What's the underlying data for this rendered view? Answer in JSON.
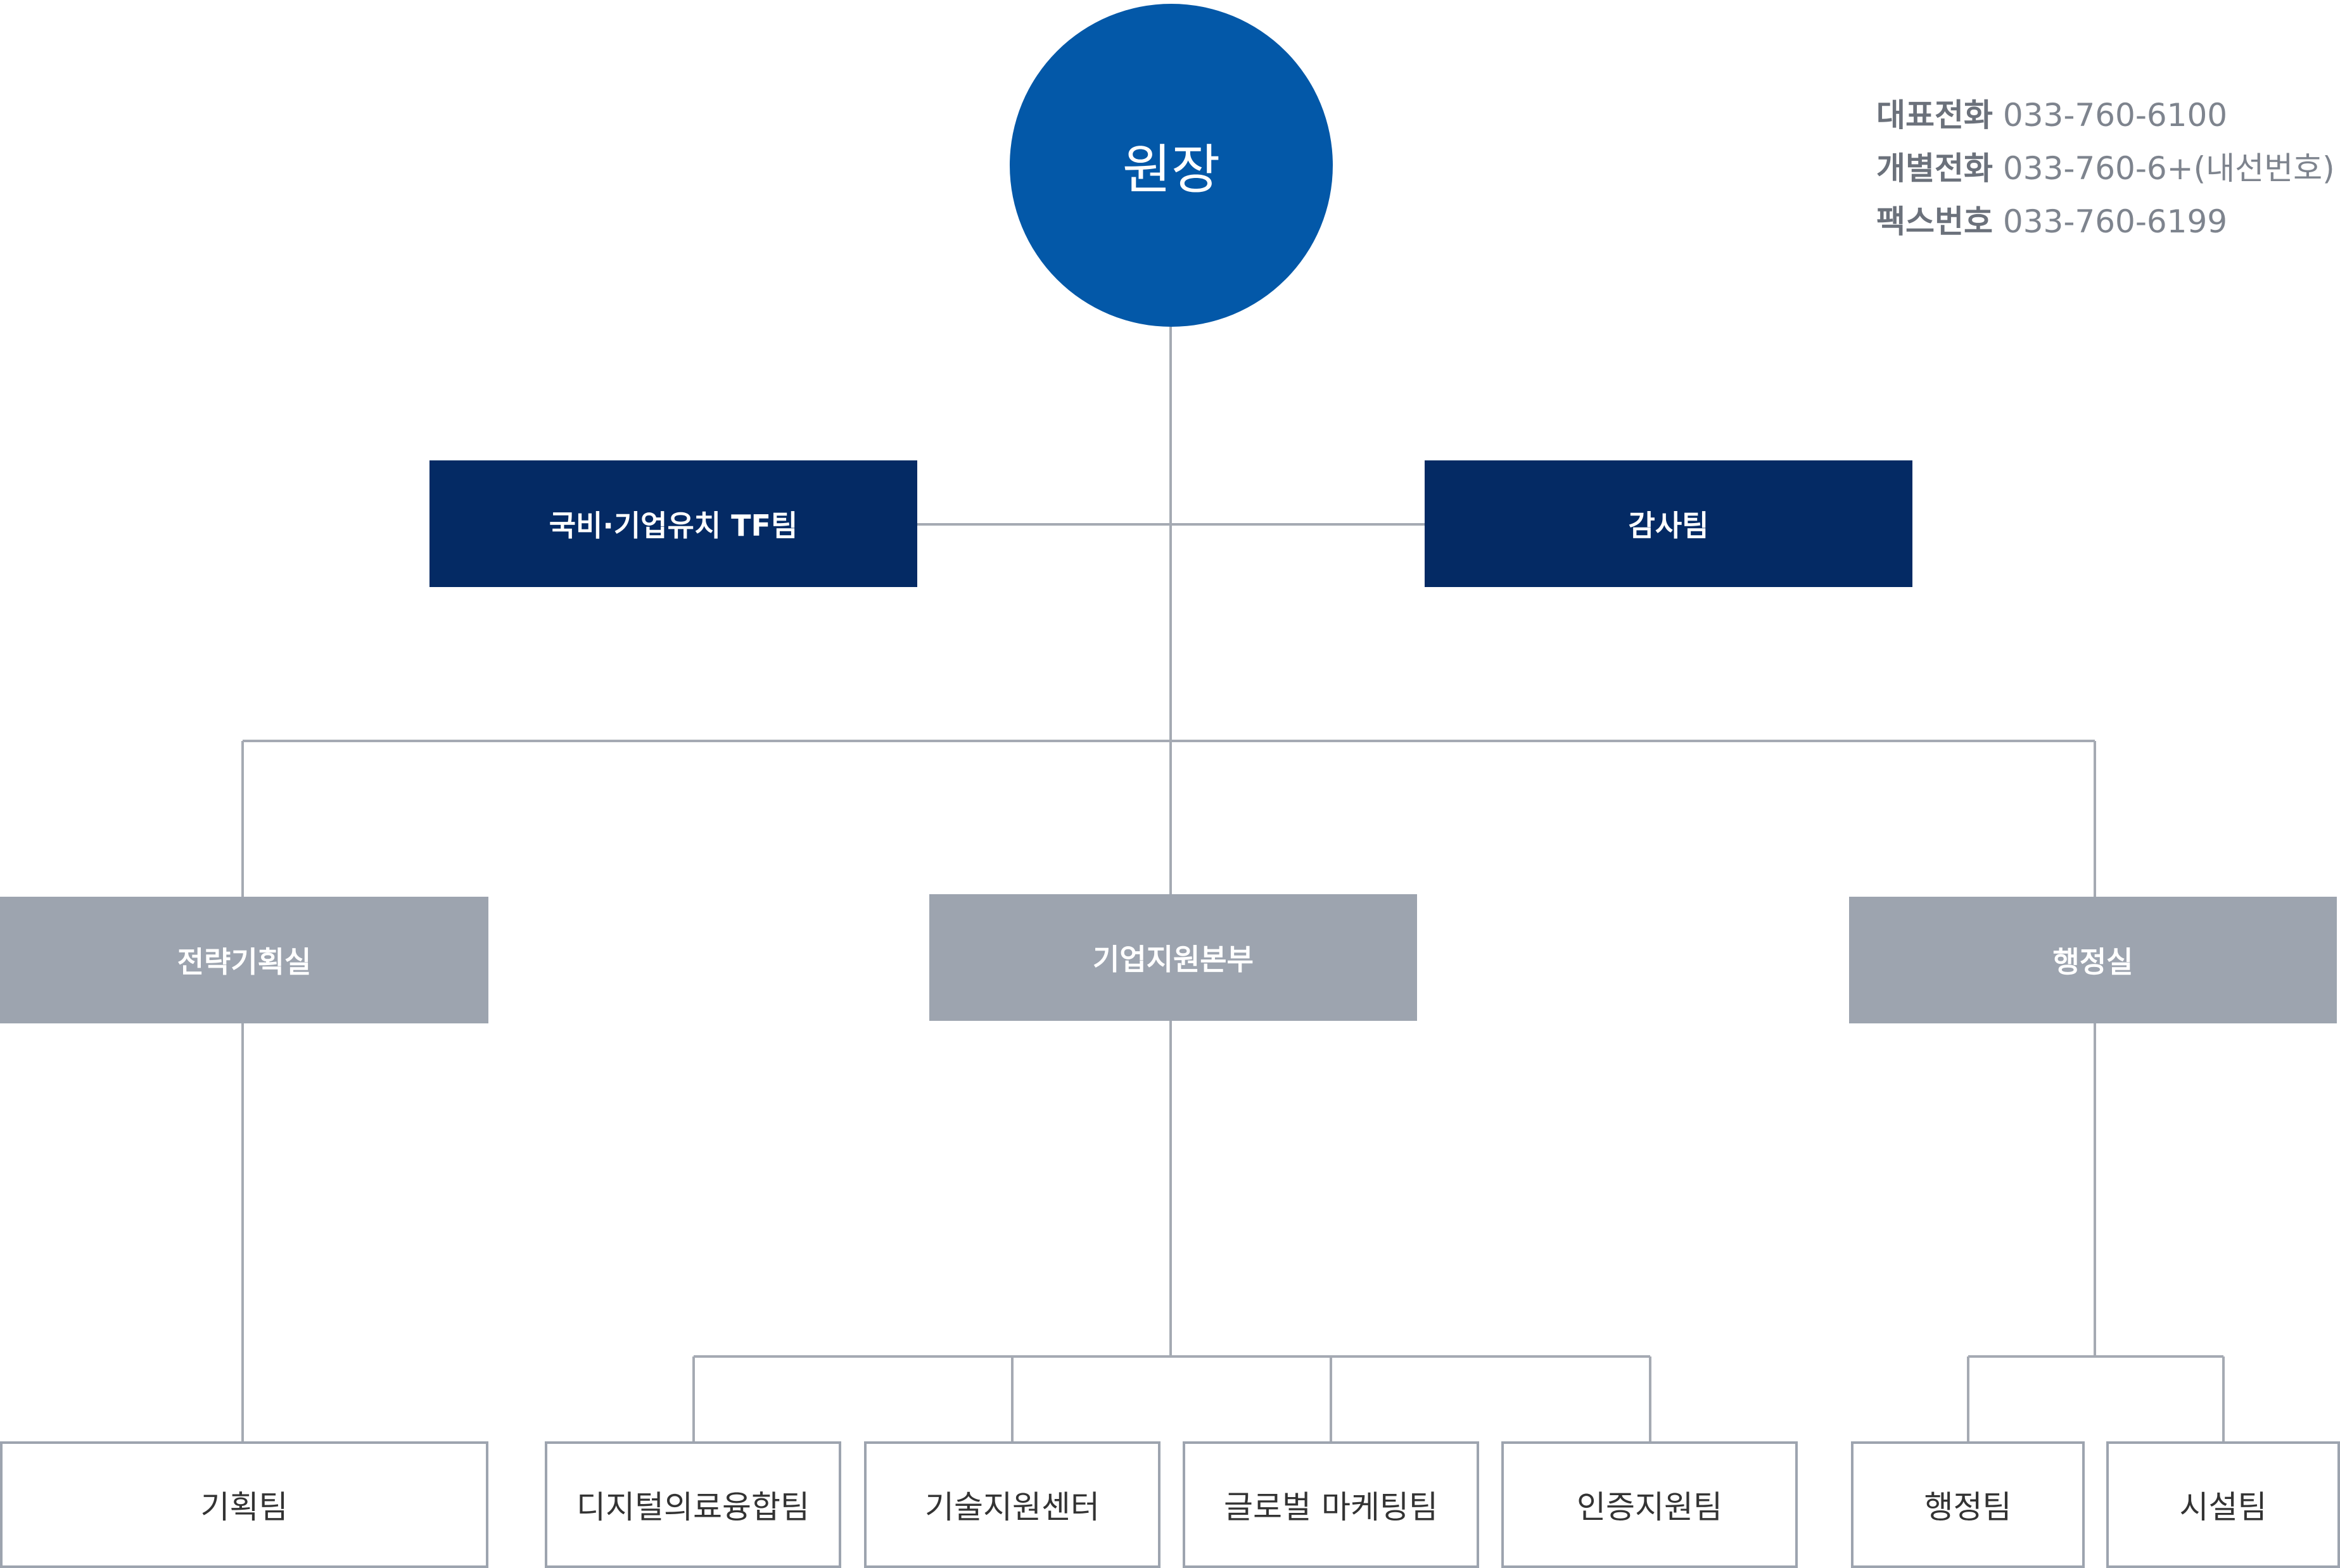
{
  "head": {
    "label": "원장"
  },
  "staff_units": [
    {
      "label": "국비·기업유치 TF팀"
    },
    {
      "label": "감사팀"
    }
  ],
  "divisions": [
    {
      "label": "전략기획실",
      "teams": [
        "기획팀"
      ]
    },
    {
      "label": "기업지원본부",
      "teams": [
        "디지털의료융합팀",
        "기술지원센터",
        "글로벌 마케팅팀",
        "인증지원팀"
      ]
    },
    {
      "label": "행정실",
      "teams": [
        "행정팀",
        "시설팀"
      ]
    }
  ],
  "contact": [
    {
      "label": "대표전화",
      "value": "033-760-6100"
    },
    {
      "label": "개별전화",
      "value": "033-760-6+(내선번호)"
    },
    {
      "label": "팩스번호",
      "value": "033-760-6199"
    }
  ],
  "colors": {
    "head": "#0358a8",
    "staff_unit": "#042a64",
    "division": "#9da4af",
    "team_border": "#9da4af",
    "connector": "#a5aab3"
  }
}
